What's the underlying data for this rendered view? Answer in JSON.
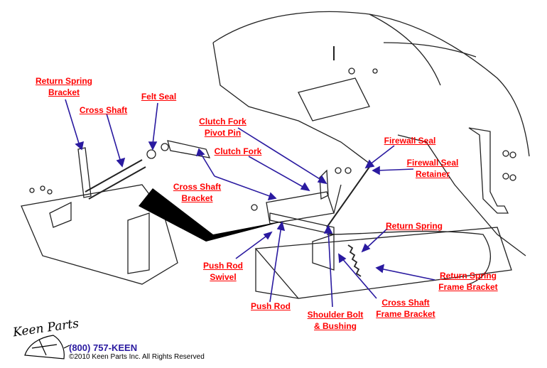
{
  "diagram": {
    "subject": "Clutch linkage exploded parts diagram",
    "label_color": "#ff0000",
    "arrow_color": "#2a1aa0",
    "labels": [
      {
        "id": "return-spring-bracket",
        "lines": [
          "Return Spring",
          "Bracket"
        ]
      },
      {
        "id": "cross-shaft",
        "lines": [
          "Cross Shaft"
        ]
      },
      {
        "id": "felt-seal",
        "lines": [
          "Felt Seal"
        ]
      },
      {
        "id": "clutch-fork-pivot-pin",
        "lines": [
          "Clutch Fork",
          "Pivot Pin"
        ]
      },
      {
        "id": "clutch-fork",
        "lines": [
          "Clutch Fork"
        ]
      },
      {
        "id": "cross-shaft-bracket",
        "lines": [
          "Cross Shaft",
          "Bracket"
        ]
      },
      {
        "id": "firewall-seal",
        "lines": [
          "Firewall Seal"
        ]
      },
      {
        "id": "firewall-seal-retainer",
        "lines": [
          "Firewall Seal",
          "Retainer"
        ]
      },
      {
        "id": "return-spring",
        "lines": [
          "Return Spring"
        ]
      },
      {
        "id": "return-spring-frame-bracket",
        "lines": [
          "Return Spring",
          "Frame Bracket"
        ]
      },
      {
        "id": "push-rod-swivel",
        "lines": [
          "Push Rod",
          "Swivel"
        ]
      },
      {
        "id": "push-rod",
        "lines": [
          "Push Rod"
        ]
      },
      {
        "id": "shoulder-bolt-bushing",
        "lines": [
          "Shoulder Bolt",
          "& Bushing"
        ]
      },
      {
        "id": "cross-shaft-frame-bracket",
        "lines": [
          "Cross Shaft",
          "Frame Bracket"
        ]
      }
    ]
  },
  "footer": {
    "logo_text": "Keen Parts",
    "phone": "(800) 757-KEEN",
    "copyright": "©2010 Keen Parts Inc. All Rights Reserved"
  }
}
